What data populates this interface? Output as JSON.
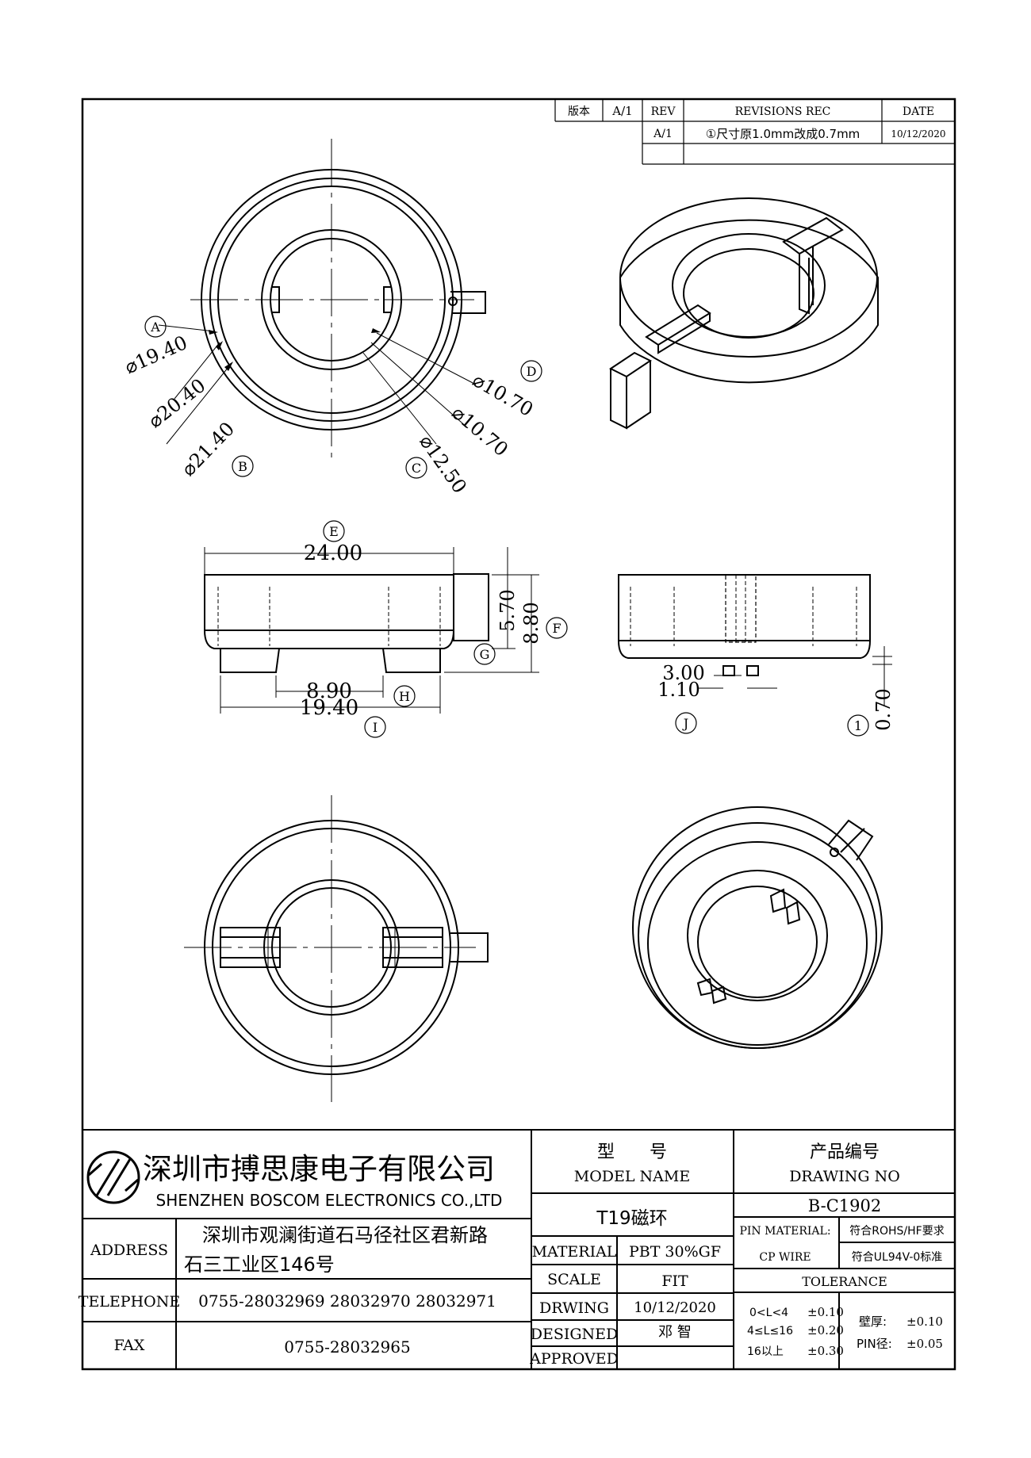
{
  "revision_block": {
    "version_label": "版本",
    "version_value": "A/1",
    "rev_header": "REV",
    "revisions_header": "REVISIONS REC",
    "date_header": "DATE",
    "rows": [
      {
        "rev": "A/1",
        "change": "①尺寸原1.0mm改成0.7mm",
        "date": "10/12/2020"
      }
    ]
  },
  "dimensions": {
    "A": "A",
    "B": "B",
    "C": "C",
    "D": "D",
    "E": "E",
    "F": "F",
    "G": "G",
    "H": "H",
    "I": "I",
    "J": "J",
    "one": "1",
    "d1940": "⌀19.40",
    "d2040": "⌀20.40",
    "d2140": "⌀21.40",
    "d1250": "⌀12.50",
    "d1070a": "⌀10.70",
    "d1070b": "⌀10.70",
    "w2400": "24.00",
    "h570": "5.70",
    "h880": "8.80",
    "w890": "8.90",
    "w1940": "19.40",
    "w300": "3.00",
    "w110": "1.10",
    "h070": "0.70"
  },
  "title_block": {
    "company_cn": "深圳市搏思康电子有限公司",
    "company_en": "SHENZHEN BOSCOM ELECTRONICS CO.,LTD",
    "model_cn": "型　　号",
    "model_en": "MODEL NAME",
    "model_value": "T19磁环",
    "drawing_no_cn": "产品编号",
    "drawing_no_en": "DRAWING NO",
    "drawing_no_value": "B-C1902",
    "address_label": "ADDRESS",
    "address_line1": "深圳市观澜街道石马径社区君新路",
    "address_line2": "石三工业区146号",
    "telephone_label": "TELEPHONE",
    "telephone_value": "0755-28032969 28032970 28032971",
    "fax_label": "FAX",
    "fax_value": "0755-28032965",
    "material_label": "MATERIAL",
    "material_value": "PBT 30%GF",
    "scale_label": "SCALE",
    "scale_value": "FIT",
    "drawing_label": "DRWING",
    "drawing_value": "10/12/2020",
    "designed_label": "DESIGNED",
    "designed_value": "邓 智",
    "approved_label": "APPROVED",
    "pin_material_label": "PIN MATERIAL:",
    "cp_wire_label": "CP WIRE",
    "rohs_note": "符合ROHS/HF要求",
    "ul_note": "符合UL94V-0标准",
    "tolerance_label": "TOLERANCE",
    "tol_row1_range": "0<L<4",
    "tol_row1_value": "±0.10",
    "tol_row2_range": "4≤L≤16",
    "tol_row2_value": "±0.20",
    "tol_row3_range": "16以上",
    "tol_row3_value": "±0.30",
    "wall_label": "壁厚:",
    "wall_value": "±0.10",
    "pin_label": "PIN径:",
    "pin_value": "±0.05"
  }
}
